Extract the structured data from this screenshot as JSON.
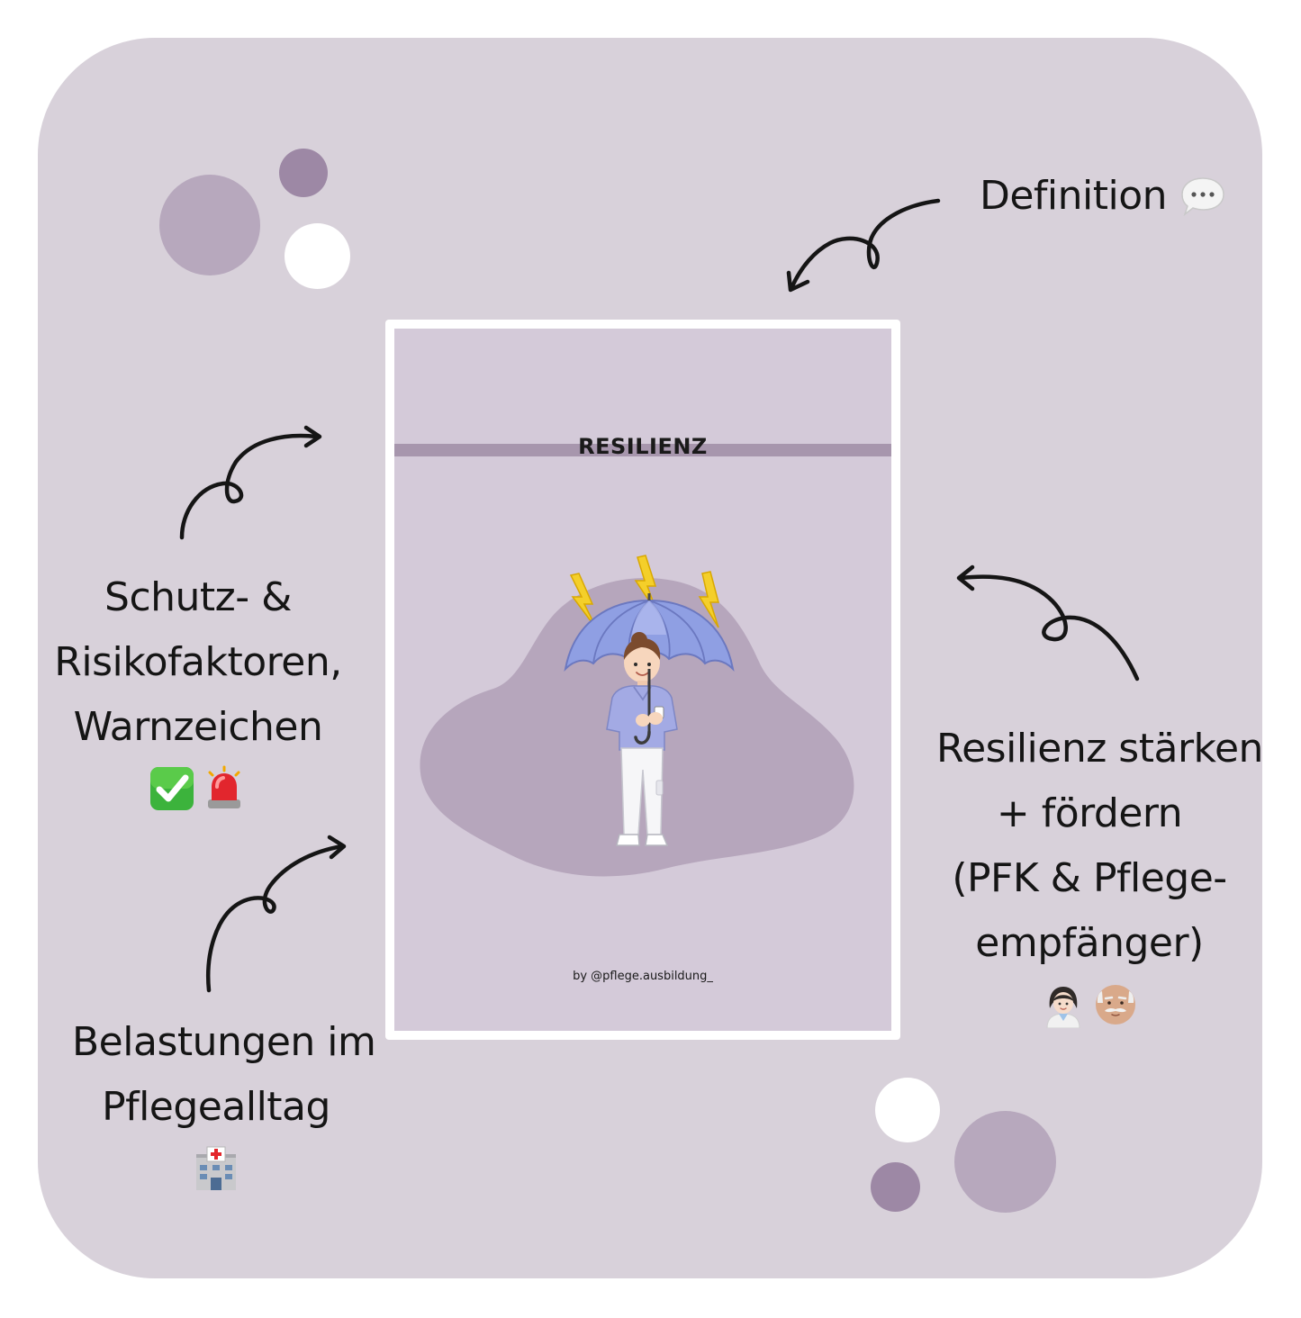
{
  "colors": {
    "background": "#d8d1da",
    "dot_dark": "#9d88a5",
    "dot_mid": "#b7a8bd",
    "dot_light": "#ffffff",
    "poster_bg": "#d4cad9",
    "poster_band": "#a796ad",
    "blob": "#b6a6bc",
    "umbrella": "#8f9fe3",
    "scrubs": "#a3aae4",
    "lightning": "#f4cf2a",
    "ink": "#151515"
  },
  "labels": {
    "definition": "Definition",
    "schutz": [
      "Schutz- &",
      "Risikofaktoren,",
      "Warnzeichen"
    ],
    "resilienz_staerken": [
      "Resilienz stärken",
      "+ fördern",
      "(PFK & Pflege-",
      "empfänger)"
    ],
    "belastungen": [
      "Belastungen im",
      "Pflegealltag"
    ]
  },
  "icons": {
    "definition": "speech-bubble-icon",
    "schutz": [
      "check-mark-icon",
      "siren-light-icon"
    ],
    "resilienz_staerken": [
      "health-worker-icon",
      "older-man-icon"
    ],
    "belastungen": "hospital-icon"
  },
  "poster": {
    "title": "RESILIENZ",
    "credit": "by  @pflege.ausbildung_",
    "illustration": "nurse-with-umbrella-under-lightning"
  }
}
